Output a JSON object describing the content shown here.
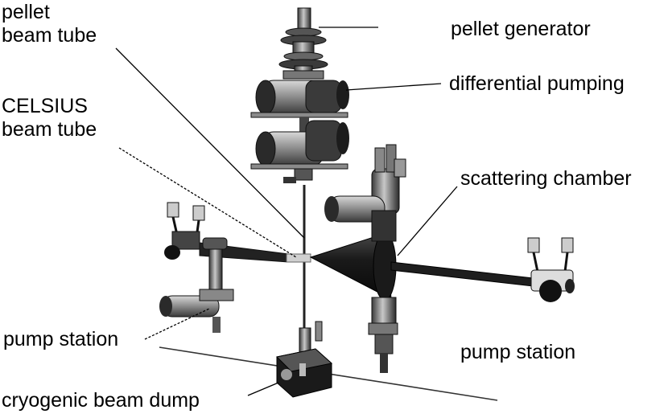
{
  "labels": {
    "pellet_beam_tube": [
      "pellet",
      "beam tube"
    ],
    "celsius_beam_tube": [
      "CELSIUS",
      "beam tube"
    ],
    "pellet_generator": "pellet generator",
    "differential_pumping": "differential pumping",
    "scattering_chamber": "scattering chamber",
    "pump_station_left": "pump station",
    "pump_station_right": "pump station",
    "cryogenic_beam_dump": "cryogenic beam dump"
  },
  "colors": {
    "text": "#000000",
    "leader_line": "#000000",
    "metal_dark": "#1c1c1c",
    "metal_mid": "#5a5a5a",
    "metal_light": "#a8a8a8",
    "metal_highlight": "#d6d6d6"
  }
}
